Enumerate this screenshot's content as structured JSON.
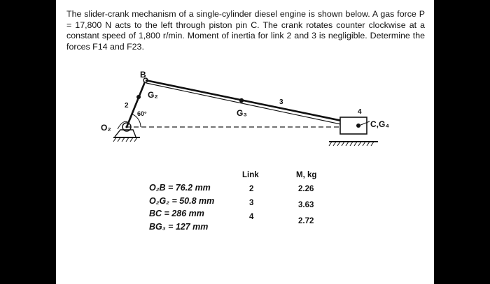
{
  "problem": {
    "text": "The slider-crank mechanism of a single-cylinder diesel engine is shown below. A gas force P = 17,800 N acts to the left through piston pin C. The crank rotates counter clockwise at a constant speed of 1,800 r/min. Moment of inertia for link 2 and 3 is negligible. Determine the forces F14 and F23."
  },
  "diagram": {
    "labels": {
      "B": "B",
      "G2": "G₂",
      "G3": "G₃",
      "O2": "O₂",
      "link2": "2",
      "link3": "3",
      "link4": "4",
      "angle": "60°",
      "slider": "C,G₄"
    },
    "crank_angle_deg": 60
  },
  "dimensions": [
    "O₂B = 76.2 mm",
    "O₂G₂ = 50.8 mm",
    "BC = 286 mm",
    "BG₃ = 127 mm"
  ],
  "mass_table": {
    "headers": [
      "Link",
      "M, kg"
    ],
    "rows": [
      {
        "link": "2",
        "mass": "2.26"
      },
      {
        "link": "3",
        "mass": "3.63"
      },
      {
        "link": "4",
        "mass": "2.72"
      }
    ]
  }
}
